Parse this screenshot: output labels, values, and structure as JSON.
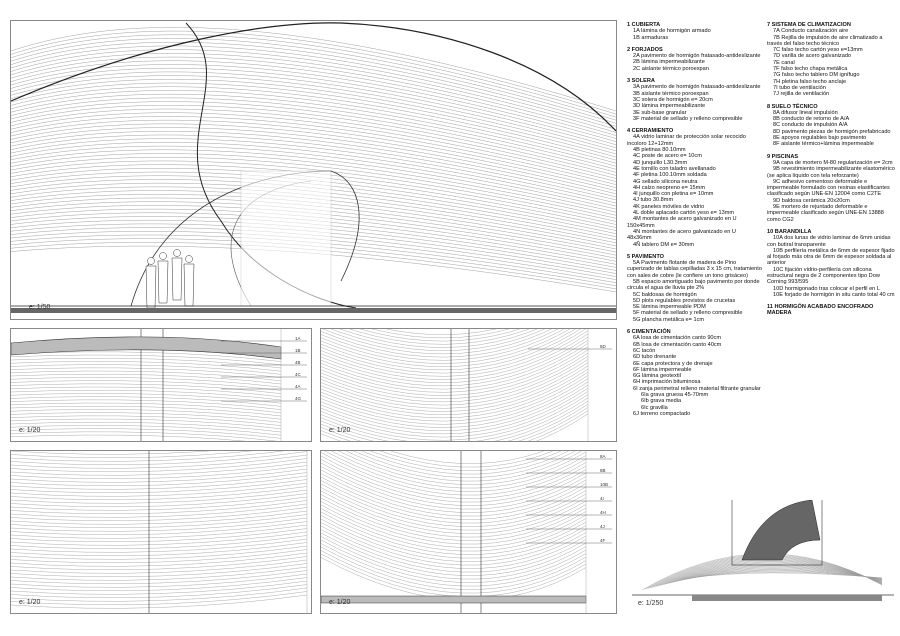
{
  "drawings": {
    "main_elevation": {
      "scale": "e: 1/50"
    },
    "detail_top_left": {
      "scale": "e: 1/20",
      "callouts": [
        "1A",
        "1B",
        "4B",
        "4C",
        "4A",
        "4G"
      ]
    },
    "detail_top_right": {
      "scale": "e: 1/20",
      "callouts": [
        "6D"
      ]
    },
    "detail_bottom_left": {
      "scale": "e: 1/20"
    },
    "detail_bottom_right": {
      "scale": "e: 1/20",
      "callouts": [
        "8A",
        "8B",
        "10B",
        "4I",
        "4H",
        "4J",
        "4F"
      ]
    },
    "site_section": {
      "scale": "e: 1/250"
    }
  },
  "legend": {
    "columns": [
      [
        {
          "title": "1 CUBIERTA",
          "items": [
            "1A  lámina de hormigón armado",
            "1B  armaduras"
          ]
        },
        {
          "title": "2 FORJADOS",
          "items": [
            "2A  pavimento de hormigón fratasado-antideslizante",
            "2B  lámina impermeabilizante",
            "2C  aislante térmico poroexpan"
          ]
        },
        {
          "title": "3 SOLERA",
          "items": [
            "3A  pavimento de hormigón fratasado-antideslizante",
            "3B  aislante térmico poroexpan",
            "3C  solera de hormigón e= 20cm",
            "3D  lámina impermeabilizante",
            "3E  sub-base granular",
            "3F  material de sellado y relleno compresible"
          ]
        },
        {
          "title": "4 CERRAMIENTO",
          "items": [
            "4A  vidrio laminar de protección solar recocido incoloro 12+12mm",
            "4B  pletinas 80.10mm",
            "4C  poste de acero e= 10cm",
            "4D  junquillo L30.3mm",
            "4E  tornillo con taladro avellanado",
            "4F  pletina 100.10mm soldada",
            "4G  sellado silicona neutra",
            "4H  calzo neopreno e= 15mm",
            "4I  junquillo con pletina e= 10mm",
            "4J  tubo 30.8mm",
            "4K  paneles móviles de vidrio",
            "4L  doble aplacado cartón yeso e= 13mm",
            "4M  montantes de acero galvanizado en U 150x45mm",
            "4N  montantes de acero galvanizado en U 48x36mm",
            "4Ñ  tablero DM e= 30mm"
          ]
        },
        {
          "title": "5 PAVIMENTO",
          "items": [
            "5A  Pavimento flotante de madera de Pino cuperizado de tablas cepilladas 3 x 15 cm, tratamiento con sales de cobre (le confiere un tono grisáceo)",
            "5B  espacio amortiguado bajo pavimento por donde circula el agua de lluvia pte 2%",
            "5C  baldosas de hormigón",
            "5D  plots regulables provistos de crucetas",
            "5E  lámina impermeable PDM",
            "5F  material de sellado y relleno compresible",
            "5G  plancha metálica e= 1cm"
          ]
        },
        {
          "title": "6 CIMENTACIÓN",
          "items": [
            "6A  losa de cimentación canto 90cm",
            "6B  losa de cimentación canto 40cm",
            "6C  tacón",
            "6D  tubo drenante",
            "6E  capa protectora y de drenaje",
            "6F  lámina impermeable",
            "6G  lámina geotextil",
            "6H  imprimación bituminosa",
            "6I  zanja perimetral relleno material filtrante granular",
            "6Ia  grava gruesa 45-70mm",
            "6Ib  grava media",
            "6Ic  gravilla",
            "6J  terreno compactado"
          ]
        }
      ],
      [
        {
          "title": "7 SISTEMA DE CLIMATIZACION",
          "items": [
            "7A  Conducto canalización aire",
            "7B  Rejilla de impulsión de aire climatizado a través del falso techo técnico",
            "7C  falso techo cartón yeso e=13mm",
            "7D  varilla de acero galvanizado",
            "7E  canal",
            "7F  falso techo chapa metálica",
            "7G  falso techo tablero DM ignífugo",
            "7H  pletina falso techo anclaje",
            "7I  tubo de ventilación",
            "7J  rejilla de ventilación"
          ]
        },
        {
          "title": "8 SUELO TÉCNICO",
          "items": [
            "8A  difusor lineal impulsión",
            "8B  conducto de retorno de A/A",
            "8C  conducto de impulsión A/A",
            "8D  pavimento piezas de hormigón prefabricado",
            "8E  apoyos regulables bajo pavimento",
            "8F  aislante térmico+lámina impermeable"
          ]
        },
        {
          "title": "9 PISCINAS",
          "items": [
            "9A  capa de mortero M-80 regularización e= 2cm",
            "9B  revestimiento impermeabilizante elastomérico (se aplica líquido con tela reforzante)",
            "9C  adhesivo cementoso deformable e impermeable formulado con resinas elastificantes clasificado según UNE-EN 12004 como C2TE",
            "9D  baldosa cerámica 20x20cm",
            "9E  mortero de rejuntado deformable e impermeable clasificado según UNE-EN 13888 como CG2"
          ]
        },
        {
          "title": "10 BARANDILLA",
          "items": [
            "10A  dos lunas de vidrio laminar de 6mm unidas con butiral transparente",
            "10B  perfilería metálica de 6mm de espesor fijado al forjado más otra de 6mm de espesor soldada al anterior",
            "10C  fijación vidrio-perfilería con silicona estructural negra de 2 componentes tipo Dow Corning 993/595",
            "10D  hormigonado tras colocar el perfil en L",
            "10E  forjado de hormigón in situ canto total 40 cm"
          ]
        },
        {
          "title": "11 HORMIGÓN ACABADO ENCOFRADO MADERA",
          "items": []
        }
      ]
    ]
  }
}
